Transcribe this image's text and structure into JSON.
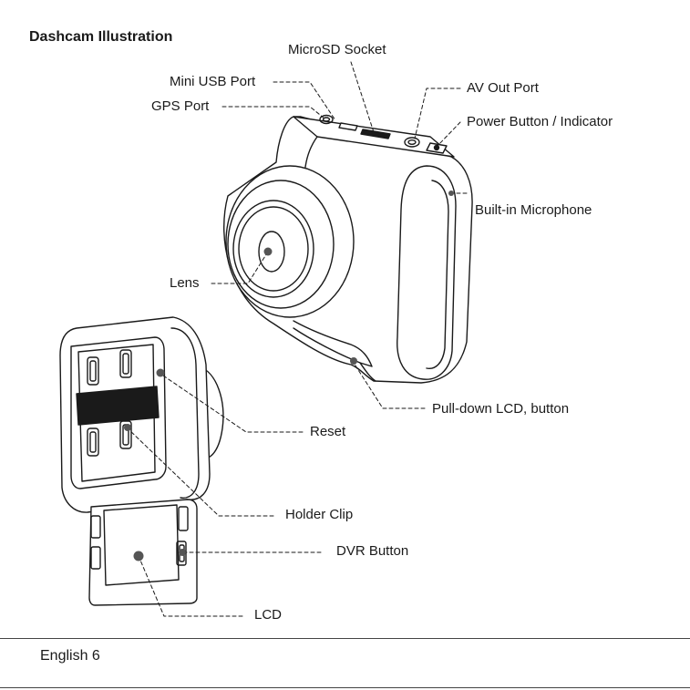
{
  "title": "Dashcam Illustration",
  "labels": {
    "microsd_socket": "MicroSD Socket",
    "mini_usb_port": "Mini USB Port",
    "gps_port": "GPS Port",
    "av_out_port": "AV Out Port",
    "power_button": "Power Button / Indicator",
    "microphone": "Built-in Microphone",
    "lens": "Lens",
    "pull_down_lcd": "Pull-down LCD, button",
    "reset": "Reset",
    "holder_clip": "Holder Clip",
    "dvr_button": "DVR Button",
    "lcd": "LCD"
  },
  "footer": {
    "text": "English 6"
  }
}
